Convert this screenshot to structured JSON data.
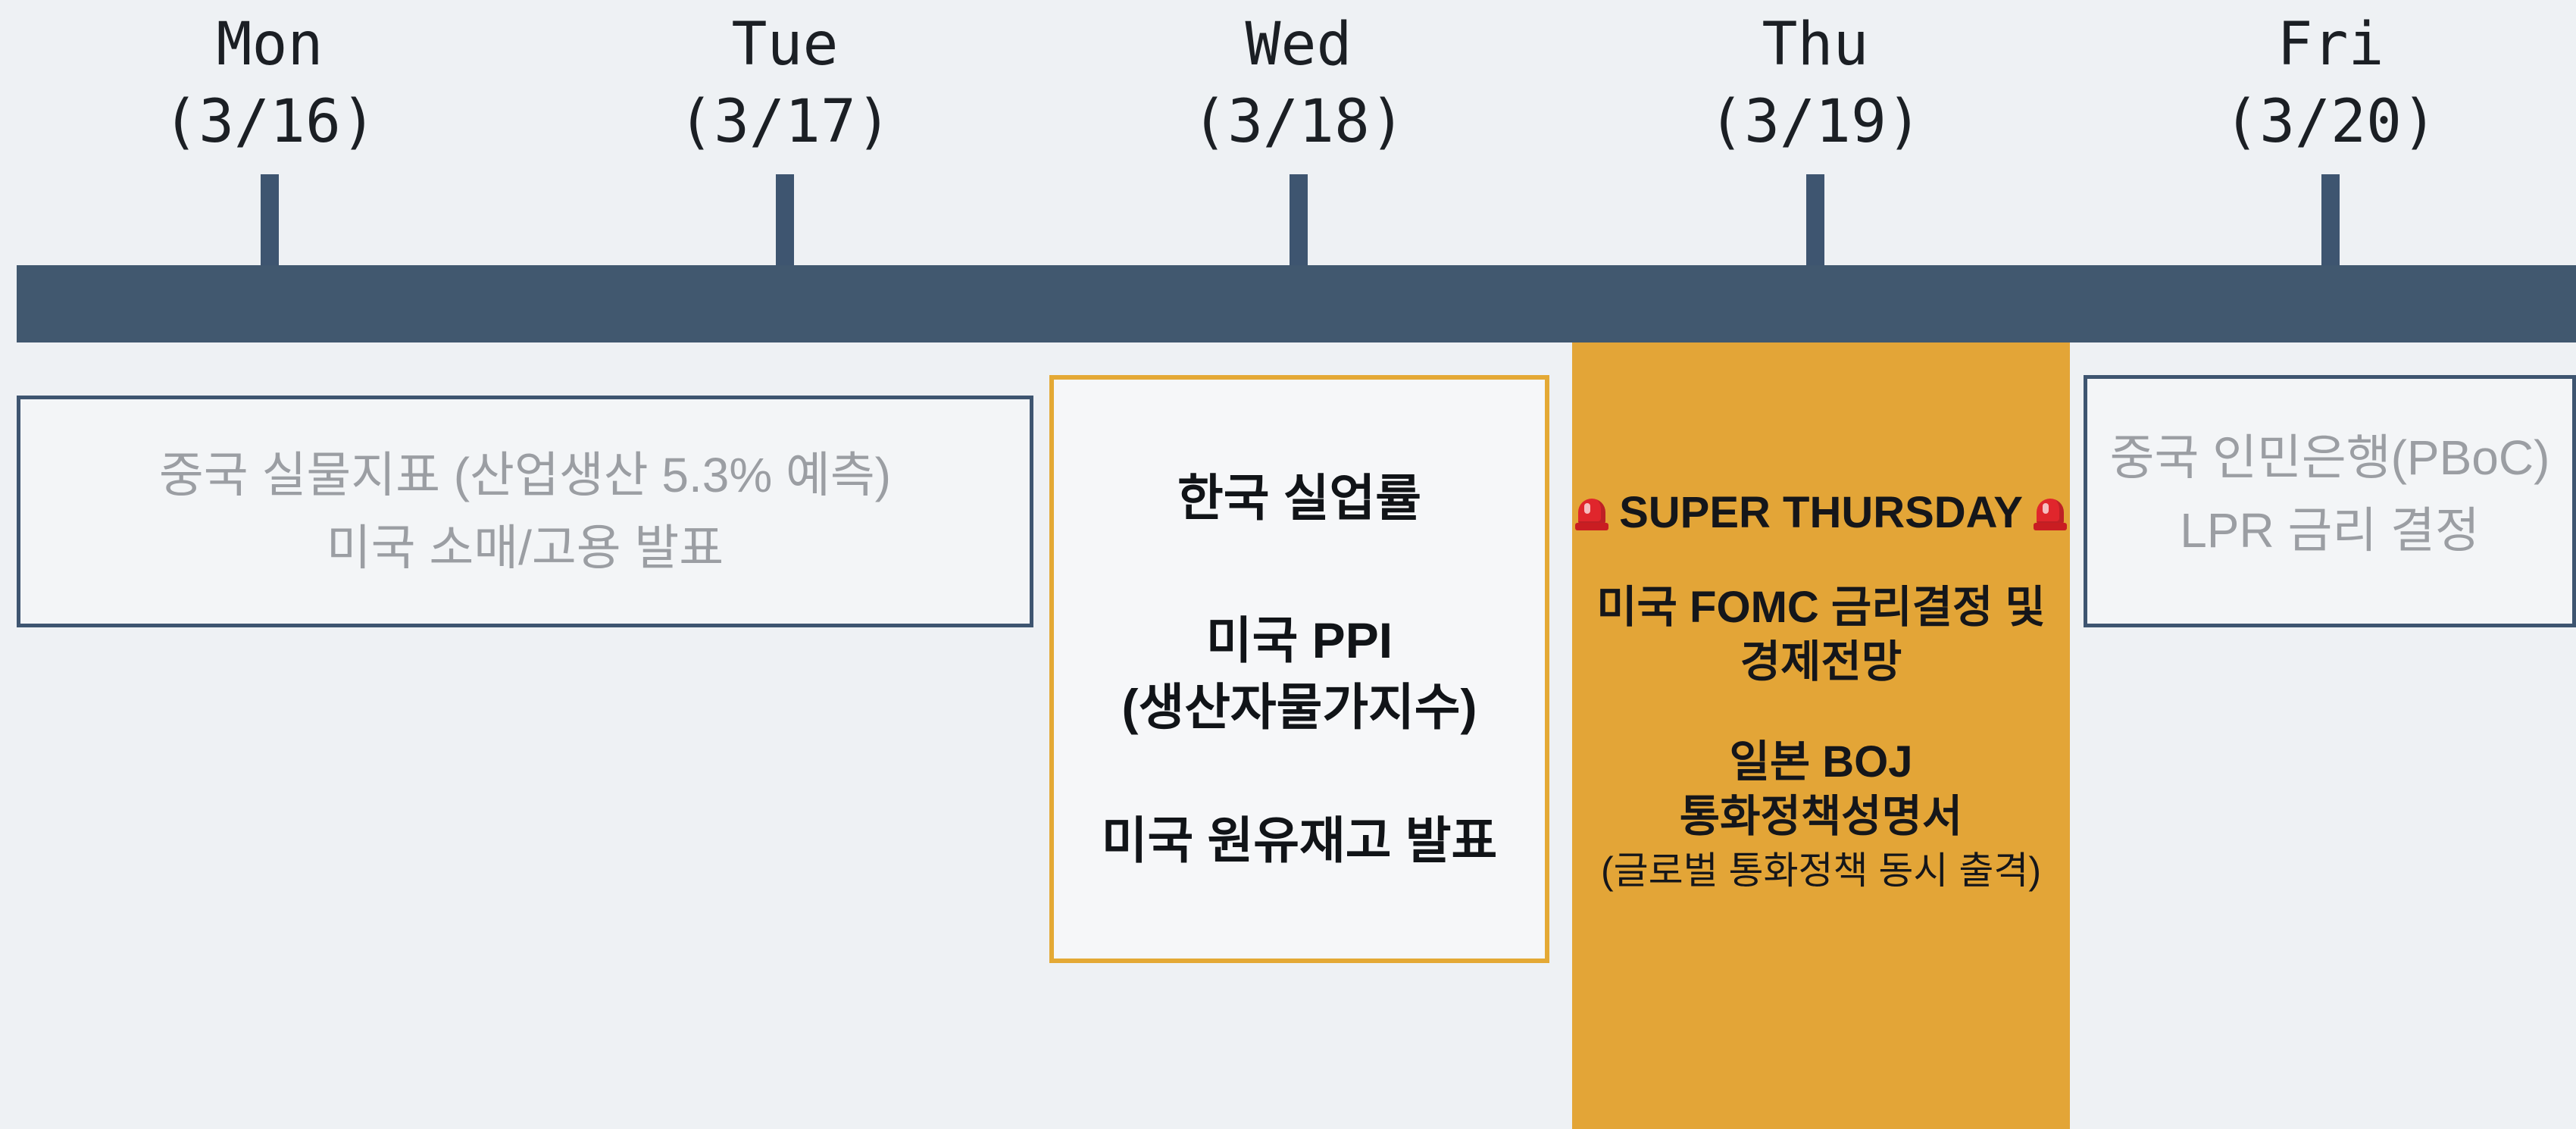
{
  "days": [
    {
      "name": "Mon",
      "date": "(3/16)"
    },
    {
      "name": "Tue",
      "date": "(3/17)"
    },
    {
      "name": "Wed",
      "date": "(3/18)"
    },
    {
      "name": "Thu",
      "date": "(3/19)"
    },
    {
      "name": "Fri",
      "date": "(3/20)"
    }
  ],
  "events": {
    "mon": {
      "line1": "중국 실물지표 (산업생산 5.3% 예측)",
      "line2": "미국 소매/고용 발표"
    },
    "wed": {
      "item1": "한국 실업률",
      "item2_line1": "미국 PPI",
      "item2_line2": "(생산자물가지수)",
      "item3": "미국 원유재고 발표"
    },
    "thu": {
      "title": "SUPER THURSDAY",
      "item1_line1": "미국 FOMC 금리결정 및",
      "item1_line2": "경제전망",
      "item2_line1": "일본 BOJ",
      "item2_line2": "통화정책성명서",
      "item2_note": "(글로벌 통화정책 동시 출격)"
    },
    "fri": {
      "line1": "중국 인민은행(PBoC)",
      "line2": "LPR 금리 결정"
    }
  },
  "colors": {
    "background": "#eef1f4",
    "timeline": "#41586f",
    "highlight": "#e3a537",
    "muted_text": "#9b9ea3",
    "siren": "#e0262c"
  }
}
